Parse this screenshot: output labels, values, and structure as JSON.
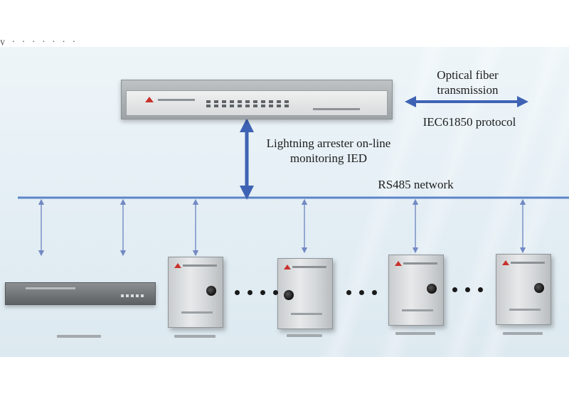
{
  "labels": {
    "fiber_line1": "Optical fiber",
    "fiber_line2": "transmission",
    "protocol": "IEC61850 protocol",
    "ied_line1": "Lightning arrester on-line",
    "ied_line2": "monitoring IED",
    "network": "RS485 network"
  },
  "colors": {
    "arrow": "#3f63b4",
    "bus": "#5d86c8",
    "drop": "#7389c4",
    "panel_bg": "#e3eef4"
  }
}
